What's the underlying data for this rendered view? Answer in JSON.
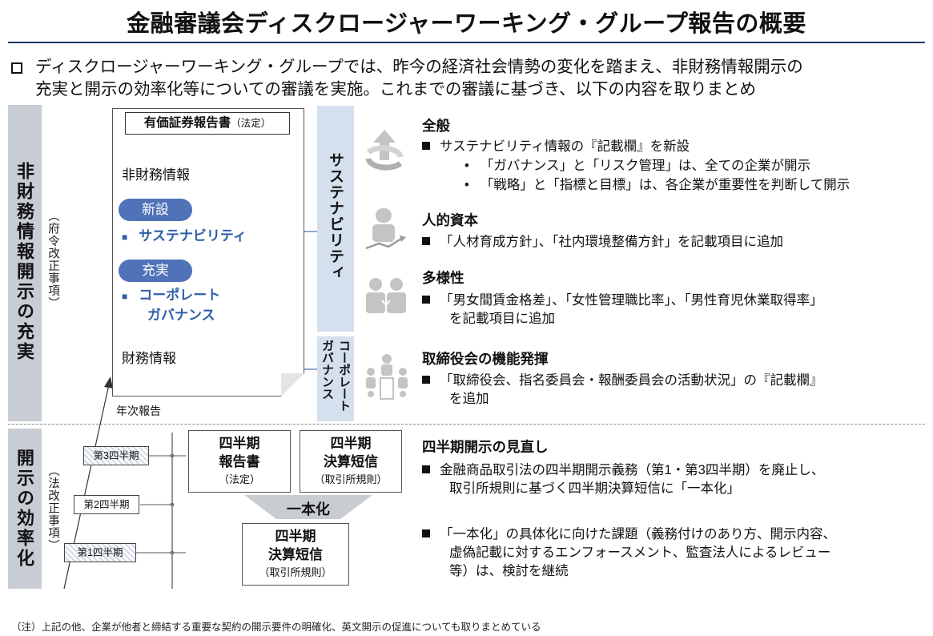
{
  "title": "金融審議会ディスクロージャーワーキング・グループ報告の概要",
  "intro": {
    "line1": "ディスクロージャーワーキング・グループでは、昨今の経済社会情勢の変化を踏まえ、非財務情報開示の",
    "line2": "充実と開示の効率化等についての審議を実施。これまでの審議に基づき、以下の内容を取りまとめ"
  },
  "section1": {
    "label": "非財務情報開示の充実",
    "note": "（府令改正事項）",
    "doc_title": "有価証券報告書",
    "doc_title_note": "（法定）",
    "nonfinancial": "非財務情報",
    "pill_new": "新設",
    "item_sustainability": "サステナビリティ",
    "pill_enhance": "充実",
    "item_cg_line1": "コーポレート",
    "item_cg_line2": "ガバナンス",
    "financial": "財務情報",
    "annual_report": "年次報告",
    "band_sustainability": "サステナビリティ",
    "band_cg": "コーポレートガバナンス",
    "general": {
      "head": "全般",
      "bullet": "サステナビリティ情報の『記載欄』を新設",
      "sub1": "「ガバナンス」と「リスク管理」は、全ての企業が開示",
      "sub2": "「戦略」と「指標と目標」は、各企業が重要性を判断して開示"
    },
    "human_capital": {
      "head": "人的資本",
      "bullet": "「人材育成方針」、「社内環境整備方針」を記載項目に追加"
    },
    "diversity": {
      "head": "多様性",
      "bullet1": "「男女間賃金格差」、「女性管理職比率」、「男性育児休業取得率」",
      "bullet2": "を記載項目に追加"
    },
    "board": {
      "head": "取締役会の機能発揮",
      "bullet1": "「取締役会、指名委員会・報酬委員会の活動状況」の『記載欄』",
      "bullet2": "を追加"
    }
  },
  "section2": {
    "label": "開示の効率化",
    "note": "（法改正事項）",
    "q3": "第3四半期",
    "q2": "第2四半期",
    "q1": "第1四半期",
    "box1_l1": "四半期",
    "box1_l2": "報告書",
    "box1_s": "（法定）",
    "box2_l1": "四半期",
    "box2_l2": "決算短信",
    "box2_s": "（取引所規則）",
    "unify": "一本化",
    "box3_l1": "四半期",
    "box3_l2": "決算短信",
    "box3_s": "（取引所規則）",
    "head": "四半期開示の見直し",
    "bullet1_l1": "金融商品取引法の四半期開示義務（第1・第3四半期）を廃止し、",
    "bullet1_l2": "取引所規則に基づく四半期決算短信に「一本化」",
    "bullet2_l1": "「一本化」の具体化に向けた課題（義務付けのあり方、開示内容、",
    "bullet2_l2": "虚偽記載に対するエンフォースメント、監査法人によるレビュー",
    "bullet2_l3": "等）は、検討を継続"
  },
  "footnote": "（注）上記の他、企業が他者と締結する重要な契約の開示要件の明確化、英文開示の促進についても取りまとめている",
  "colors": {
    "accent_blue": "#4f72b8",
    "band_blue": "#d5e0ee",
    "side_gray": "#c8cdd4",
    "rule_navy": "#1f3a66"
  },
  "icons": [
    "cycle-arrow-icon",
    "person-growth-icon",
    "diverse-people-icon",
    "board-meeting-icon"
  ]
}
